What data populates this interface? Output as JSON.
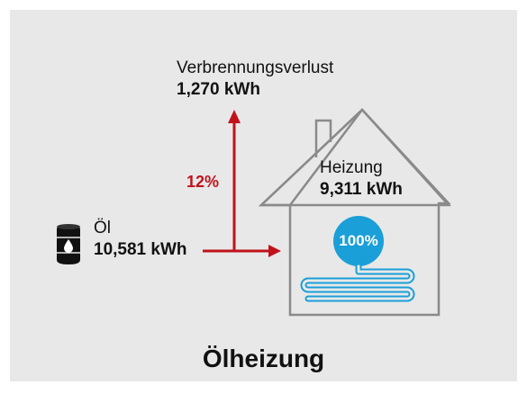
{
  "loss": {
    "label": "Verbrennungsverlust",
    "value": "1,270 kWh",
    "percent": "12%"
  },
  "input": {
    "label": "Öl",
    "value": "10,581 kWh",
    "icon": "oil-barrel-icon"
  },
  "output": {
    "label": "Heizung",
    "value": "9,311 kWh",
    "efficiency": "100%"
  },
  "title": "Ölheizung",
  "colors": {
    "background": "#e8e8e8",
    "arrow": "#c1121c",
    "house_outline": "#8a8a8a",
    "heating": "#1a9fd8",
    "text": "#111111"
  }
}
